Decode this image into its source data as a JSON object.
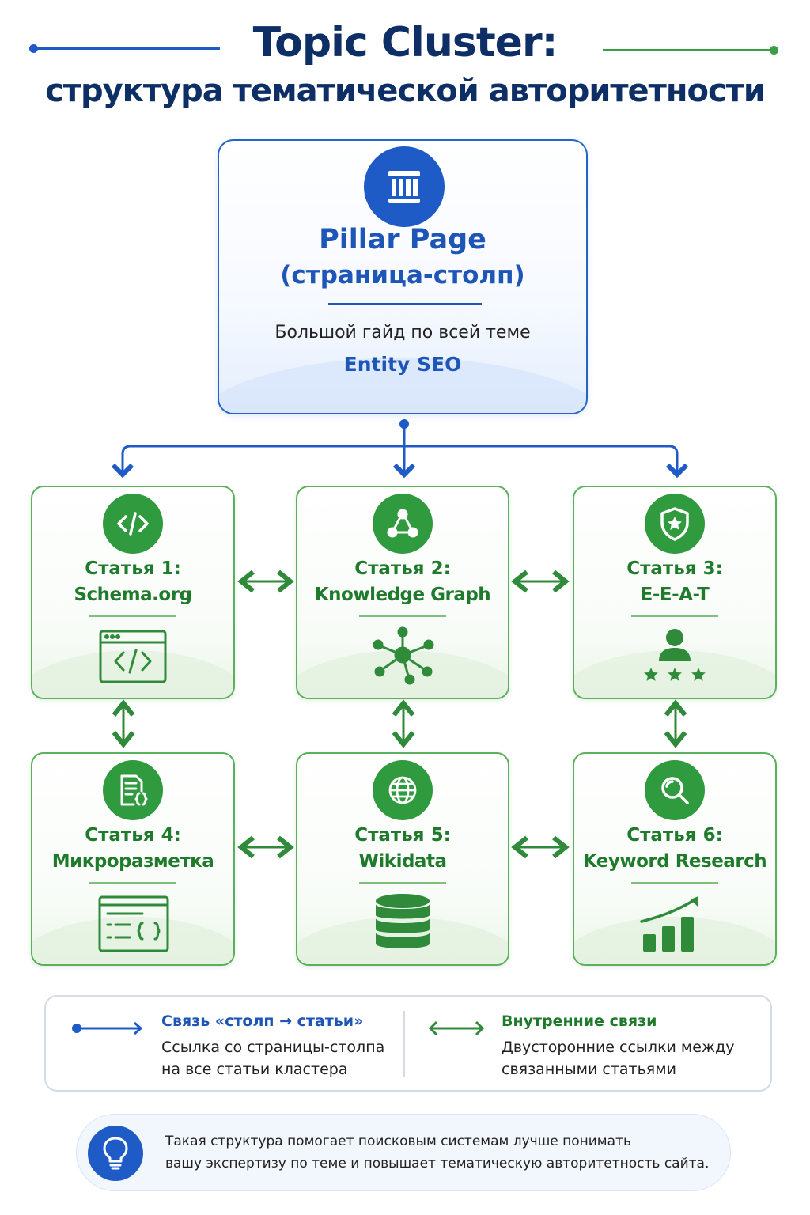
{
  "title": {
    "line1": "Topic Cluster:",
    "line2": "структура тематической авторитетности"
  },
  "pillar": {
    "icon": "pillar-column-icon",
    "title": "Pillar Page",
    "subtitle": "(страница-столп)",
    "description": "Большой гайд по всей теме",
    "topic": "Entity SEO"
  },
  "articles": [
    {
      "label": "Статья 1:",
      "name": "Schema.org",
      "icon": "code-icon",
      "illustration": "browser-code-icon"
    },
    {
      "label": "Статья 2:",
      "name": "Knowledge Graph",
      "icon": "graph-nodes-icon",
      "illustration": "network-hub-icon"
    },
    {
      "label": "Статья 3:",
      "name": "E-E-A-T",
      "icon": "shield-star-icon",
      "illustration": "person-stars-icon"
    },
    {
      "label": "Статья 4:",
      "name": "Микроразметка",
      "icon": "document-code-icon",
      "illustration": "code-window-icon"
    },
    {
      "label": "Статья 5:",
      "name": "Wikidata",
      "icon": "globe-icon",
      "illustration": "database-icon"
    },
    {
      "label": "Статья 6:",
      "name": "Keyword Research",
      "icon": "search-icon",
      "illustration": "growth-chart-icon"
    }
  ],
  "legend": {
    "pillar_link": {
      "title": "Связь «столп → статьи»",
      "line1": "Ссылка со страницы-столпа",
      "line2": "на все статьи кластера"
    },
    "internal_link": {
      "title": "Внутренние связи",
      "line1": "Двусторонние ссылки между",
      "line2": "связанными статьями"
    }
  },
  "note": {
    "icon": "lightbulb-icon",
    "line1": "Такая структура помогает поисковым системам лучше понимать",
    "line2": "вашу экспертизу по теме и повышает тематическую авторитетность сайта."
  },
  "colors": {
    "primary_blue": "#1e5bc6",
    "title_navy": "#0d2f66",
    "accent_green": "#2f9a3e",
    "green_text": "#1f7a2c"
  }
}
